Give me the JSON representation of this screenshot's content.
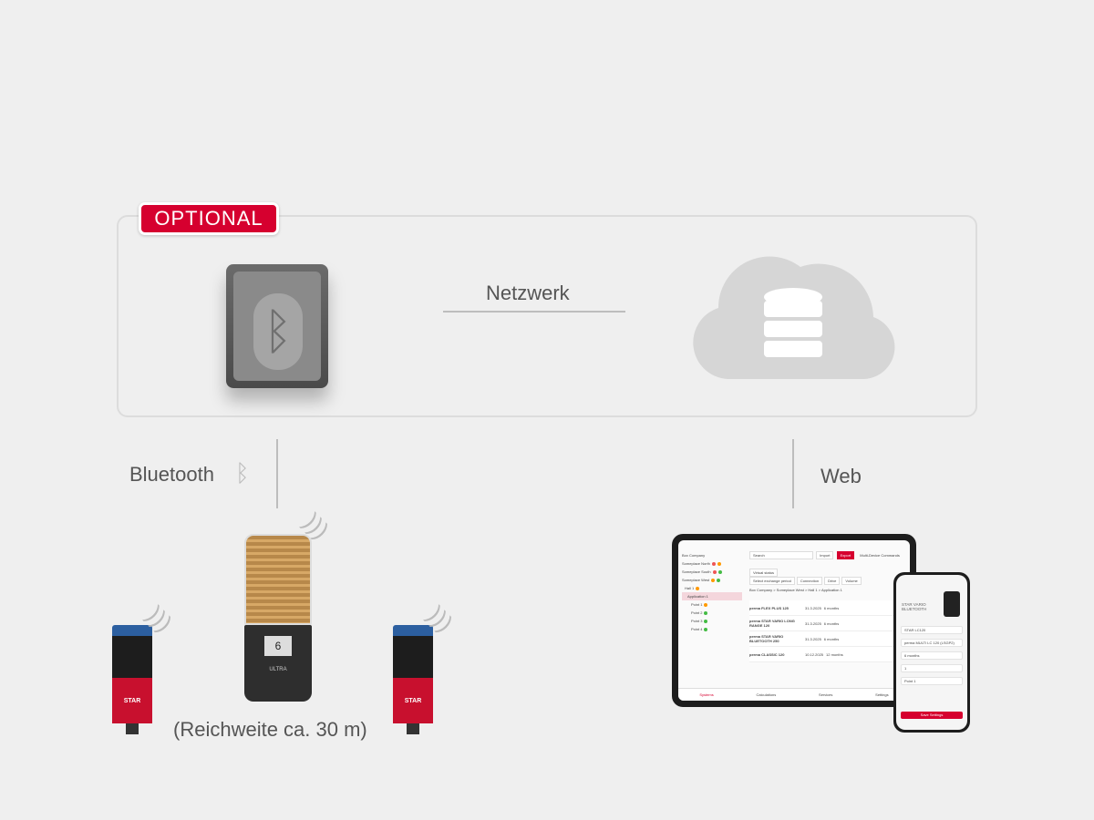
{
  "badge": "OPTIONAL",
  "labels": {
    "network": "Netzwerk",
    "bluetooth": "Bluetooth",
    "web": "Web",
    "range": "(Reichweite ca. 30 m)"
  },
  "icons": {
    "bluetooth": "ᛒ",
    "wifi": ")))"
  },
  "colors": {
    "accent": "#d6002f"
  },
  "devices": {
    "lubricator": "STAR",
    "ultra_brand": "ULTRA",
    "ultra_display": "6"
  },
  "tablet": {
    "sidebar": {
      "selector": "Box Company",
      "items": [
        "Someplace North",
        "Someplace South",
        "Someplace West",
        "Hall 1",
        "Application 1",
        "Point 1",
        "Point 2",
        "Point 3",
        "Point 4"
      ]
    },
    "toolbar": {
      "search": "Search",
      "import": "Import",
      "export": "Export",
      "multi": "Multi-Device Commands"
    },
    "filters": [
      "Select exchange period",
      "Connection",
      "Drive",
      "Volume",
      "Virtual status"
    ],
    "breadcrumb": "Box Company > Someplace West > Hall 1 > Application 1",
    "rows": [
      {
        "name": "perma FLEX PLUS 125",
        "date": "31.3.2025",
        "period": "6 months"
      },
      {
        "name": "perma STAR VARIO LONG RANGE 120",
        "date": "31.3.2025",
        "period": "6 months"
      },
      {
        "name": "perma STAR VARIO BLUETOOTH 250",
        "date": "31.3.2025",
        "period": "6 months"
      },
      {
        "name": "perma CLASSIC 120",
        "date": "10.12.2025",
        "period": "12 months"
      }
    ],
    "nav": [
      "Systems",
      "Calculations",
      "Services",
      "Settings"
    ]
  },
  "phone": {
    "title": "STAR VARIO BLUETOOTH",
    "fields": [
      "STAR LC120",
      "perma MULTI LC 120 (LSGP2)",
      "6 months",
      "1",
      "Point 1"
    ],
    "save": "Save Settings"
  }
}
